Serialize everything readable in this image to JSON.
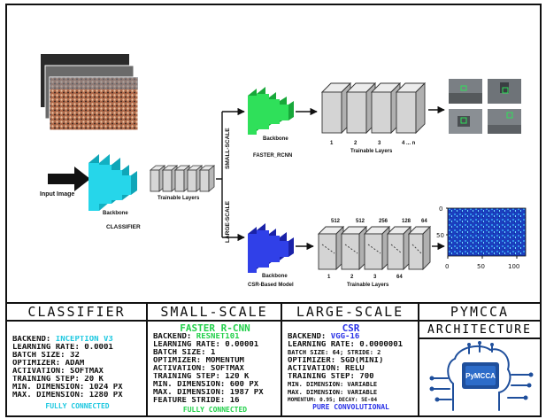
{
  "colors": {
    "classifier_accent": "#1ec8e0",
    "faster_rcnn_accent": "#22d04a",
    "csr_accent": "#2a32e6",
    "layer_gray": "#d6d6d6"
  },
  "diagram": {
    "input_label": "Input Image",
    "classifier_backbone_label": "Backbone",
    "classifier_label": "CLASSIFIER",
    "trainable_layers_label": "Trainable Layers",
    "small_scale_branch_label": "SMALL-SCALE",
    "large_scale_branch_label": "LARGE-SCALE",
    "faster_backbone_label": "Backbone",
    "faster_label": "FASTER_RCNN",
    "faster_trainable_label": "Trainable Layers",
    "faster_layer_numbers": [
      "1",
      "2",
      "3",
      "4 ... n"
    ],
    "csr_backbone_label": "Backbone",
    "csr_label": "CSR-Based Model",
    "csr_trainable_label": "Trainable Layers",
    "csr_layer_numbers": [
      "1",
      "2",
      "3",
      "64"
    ],
    "csr_channel_labels": [
      "512",
      "512",
      "256",
      "128",
      "64"
    ],
    "density_axis": {
      "y_ticks": [
        "0",
        "50"
      ],
      "x_ticks": [
        "0",
        "50",
        "100"
      ]
    }
  },
  "panels": {
    "classifier": {
      "title": "CLASSIFIER",
      "backend_key": "BACKEND:",
      "backend_value": "INCEPTION V3",
      "lines": [
        "LEARNING RATE: 0.0001",
        "BATCH SIZE: 32",
        "OPTIMIZER: ADAM",
        "ACTIVATION: SOFTMAX",
        "TRAINING STEP: 20 K",
        "MIN. DIMENSION: 1024 PX",
        "MAX. DIMENSION: 1280 PX"
      ],
      "footer": "FULLY CONNECTED"
    },
    "small_scale": {
      "title": "SMALL-SCALE",
      "model": "FASTER R-CNN",
      "backend_key": "BACKEND:",
      "backend_value": "RESNET101",
      "lines": [
        "LEARNING RATE: 0.00001",
        "BATCH SIZE: 1",
        "OPTIMIZER: MOMENTUM",
        "ACTIVATION: SOFTMAX",
        "TRAINING STEP: 120 K",
        "MIN. DIMENSION: 600 PX",
        "MAX. DIMENSION: 1987 PX",
        "FEATURE STRIDE: 16"
      ],
      "footer": "FULLY CONNECTED"
    },
    "large_scale": {
      "title": "LARGE-SCALE",
      "model": "CSR",
      "backend_key": "BACKEND:",
      "backend_value": "VGG-16",
      "lines": [
        "LEARNING RATE: 0.0000001",
        "BATCH SIZE: 64; STRIDE: 2",
        "OPTIMIZER: SGD(MINI)",
        "ACTIVATION: RELU",
        "TRAINING STEP: 700",
        "MIN. DIMENSION: VARIABLE",
        "MAX. DIMENSION: VARIABLE",
        "MOMENTUM: 0.95; DECAY: 5E-04"
      ],
      "footer": "PURE CONVOLUTIONAL"
    },
    "pymcca": {
      "title": "PYMCCA",
      "subtitle": "ARCHITECTURE",
      "logo_text": "PyMCCA"
    }
  }
}
